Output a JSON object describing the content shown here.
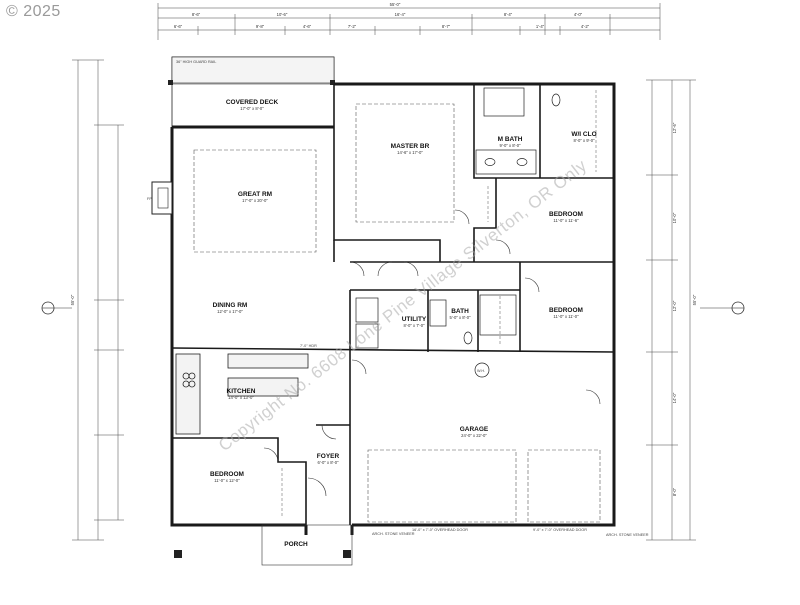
{
  "copyright": "© 2025",
  "watermark": "Copyright No. 6608 Lone Pine Village Silverton, OR Only",
  "rooms": {
    "covered_deck": "COVERED DECK",
    "master_br": "MASTER BR",
    "m_bath": "M BATH",
    "wi_clo": "W/I CLO",
    "great_rm": "GREAT RM",
    "bedroom_east_upper": "BEDROOM",
    "dining_rm": "DINING RM",
    "utility": "UTILITY",
    "bath": "BATH",
    "bedroom_east_lower": "BEDROOM",
    "kitchen": "KITCHEN",
    "garage": "GARAGE",
    "foyer": "FOYER",
    "bedroom_west": "BEDROOM",
    "porch": "PORCH"
  },
  "room_sizes": {
    "covered_deck": "17'-0\" x 8'-0\"",
    "master_br": "14'-6\" x 17'-0\"",
    "m_bath": "9'-0\" x 8'-0\"",
    "wi_clo": "8'-0\" x 9'-0\"",
    "great_rm": "17'-0\" x 20'-0\"",
    "bedroom_east_upper": "11'-0\" x 11'-6\"",
    "dining_rm": "12'-0\" x 17'-0\"",
    "utility": "8'-0\" x 7'-0\"",
    "bath": "5'-0\" x 8'-0\"",
    "bedroom_east_lower": "11'-0\" x 11'-0\"",
    "kitchen": "14'-0\" x 13'-0\"",
    "garage": "24'-0\" x 22'-0\"",
    "foyer": "6'-0\" x 8'-0\"",
    "bedroom_west": "11'-0\" x 12'-0\""
  },
  "top_dims": {
    "overall": "55'-0\"",
    "row2": [
      "8'-6\"",
      "10'-6\"",
      "16'-4\"",
      "8'-4\"",
      "4'-0\""
    ],
    "row3": [
      "6'-6\"",
      "9'-8\"",
      "4'-6\"",
      "7'-2\"",
      "8'-7\"",
      "1'-4\"",
      "4'-2\""
    ]
  },
  "side_dims": {
    "left_overall": "55'-0\"",
    "right_overall": "55'-0\"",
    "right_segments": [
      "12'-6\"",
      "10'-0\"",
      "12'-0\"",
      "14'-0\"",
      "8'-0\""
    ]
  },
  "notes": {
    "deck_rail": "36\" HIGH GUARD RAIL",
    "dining_opening": "7'-0\" HDR",
    "garage_door_1": "16'-0\" x 7'-0\" OVERHEAD DOOR",
    "garage_door_2": "9'-0\" x 7'-0\" OVERHEAD DOOR",
    "water_heater": "W.H.",
    "stone_veneer_1": "ARCH. STONE VENEER",
    "stone_veneer_2": "ARCH. STONE VENEER",
    "fireplace": "FP"
  },
  "colors": {
    "wall": "#1a1a1a",
    "dim_line": "#333333",
    "watermark": "#aaaaaa",
    "copyright": "#9a9a9a"
  }
}
